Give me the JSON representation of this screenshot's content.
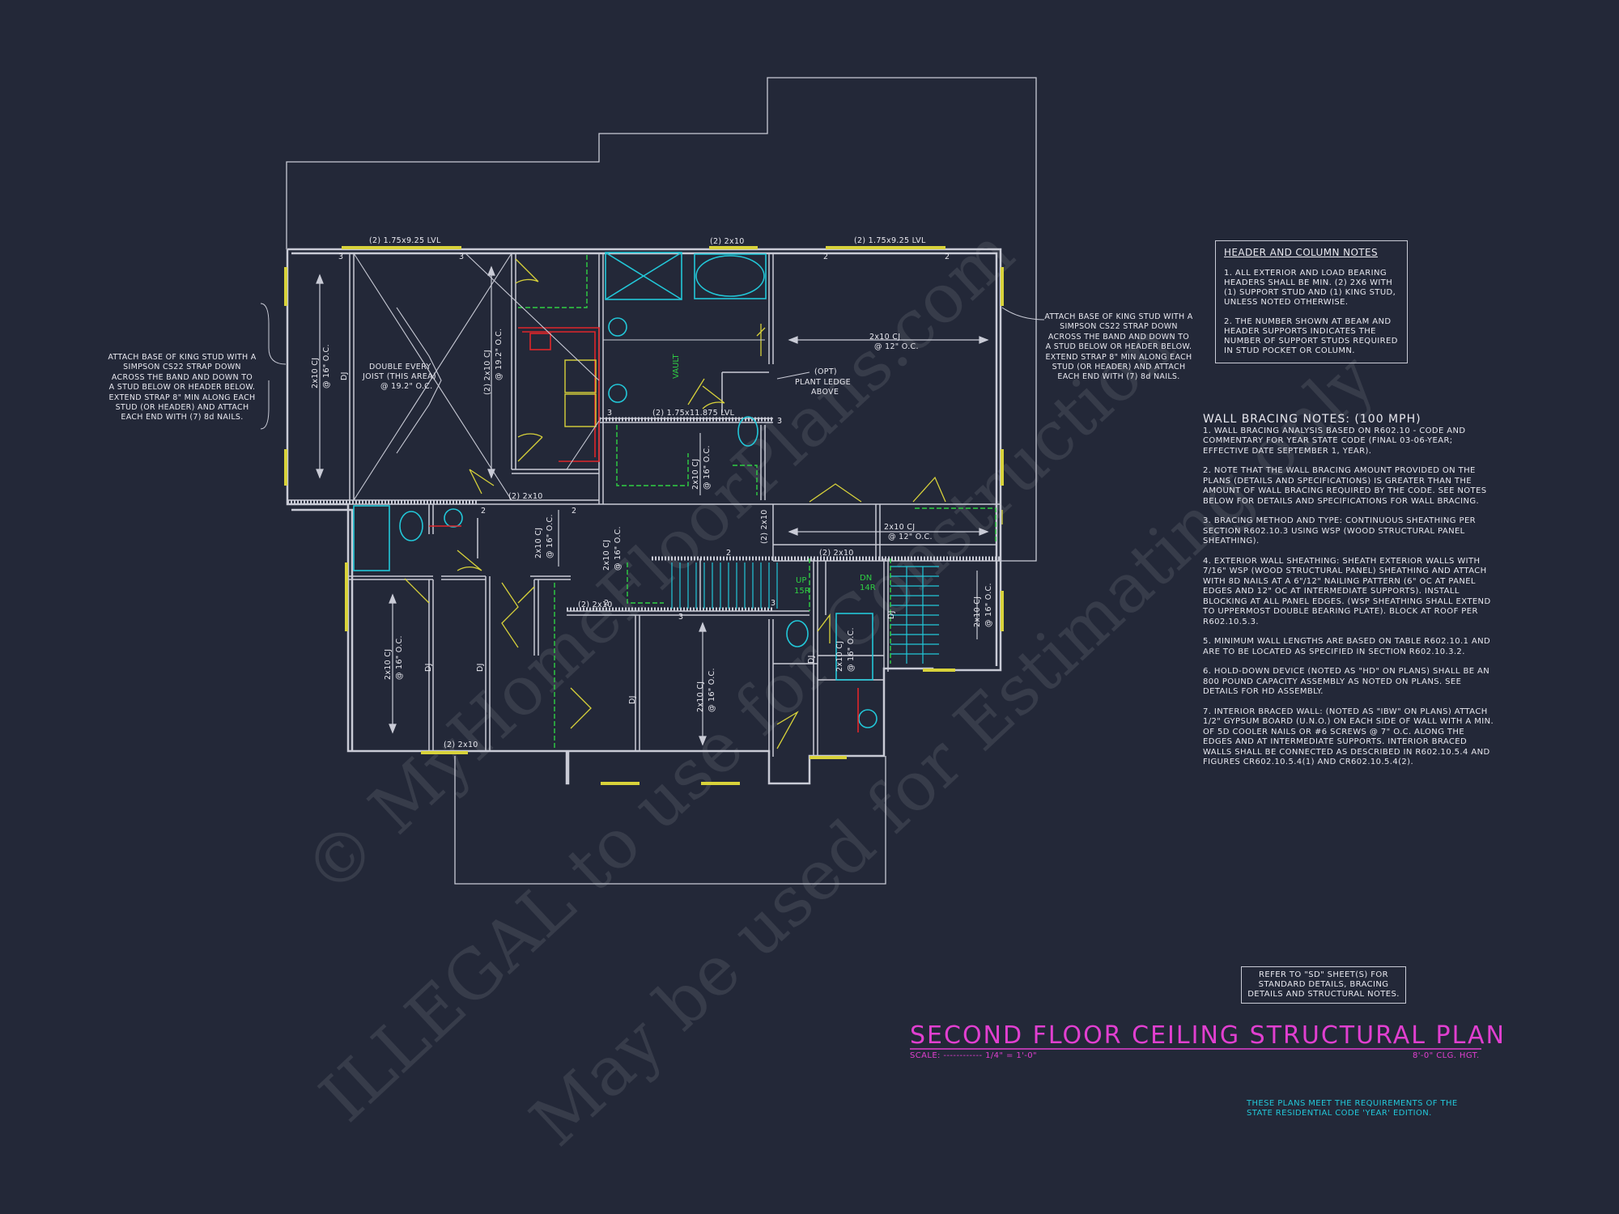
{
  "watermark": {
    "line1": "© MyHomeFloorPlans.com",
    "line2": "ILLEGAL to use for Construction",
    "line3": "May be used for Estimating only"
  },
  "plan": {
    "beam_top_left": "(2) 1.75x9.25 LVL",
    "beam_top_mid": "(2) 2x10",
    "beam_top_right": "(2) 1.75x9.25 LVL",
    "beam_mid": "(2) 1.75x11.875 LVL",
    "beam_2x10_a": "(2) 2x10",
    "beam_2x10_b": "(2) 2x10",
    "beam_2x10_c": "(2) 2x10",
    "beam_2x10_d": "(2) 2x10",
    "beam_2x10_v": "(2) 2x10",
    "joist_dj": "DJ",
    "joist_2x10_16": "2x10 CJ",
    "joist_16_oc": "@ 16\" O.C.",
    "joist_12_oc": "@ 12\" O.C.",
    "joist_2x10_12": "2x10 CJ",
    "joist_2x2x10": "(2) 2x10 CJ",
    "joist_192_oc": "@ 19.2\" O.C.",
    "double_joist_l1": "DOUBLE EVERY",
    "double_joist_l2": "JOIST (THIS AREA)",
    "double_joist_l3": "@ 19.2\" O.C.",
    "vault": "VAULT",
    "plant_l1": "(OPT)",
    "plant_l2": "PLANT LEDGE",
    "plant_l3": "ABOVE",
    "stair_up": "UP",
    "stair_up_count": "15R",
    "stair_dn": "DN",
    "stair_dn_count": "14R",
    "num_2": "2",
    "num_3": "3"
  },
  "callout_left": {
    "l1": "ATTACH BASE OF KING STUD WITH A",
    "l2": "SIMPSON CS22 STRAP DOWN",
    "l3": "ACROSS THE BAND AND DOWN TO",
    "l4": "A STUD BELOW OR HEADER BELOW.",
    "l5": "EXTEND STRAP 8\" MIN ALONG EACH",
    "l6": "STUD (OR HEADER) AND ATTACH",
    "l7": "EACH END WITH (7) 8d NAILS."
  },
  "callout_right": {
    "l1": "ATTACH BASE OF KING STUD WITH A",
    "l2": "SIMPSON CS22 STRAP DOWN",
    "l3": "ACROSS THE BAND AND DOWN TO",
    "l4": "A STUD BELOW OR HEADER BELOW.",
    "l5": "EXTEND STRAP 8\" MIN ALONG EACH",
    "l6": "STUD (OR HEADER) AND ATTACH",
    "l7": "EACH END WITH (7) 8d NAILS."
  },
  "header_notes": {
    "title": "HEADER AND COLUMN NOTES",
    "n1": "1. ALL EXTERIOR AND LOAD BEARING HEADERS SHALL BE MIN. (2) 2x6 WITH (1) SUPPORT STUD AND (1) KING STUD, UNLESS NOTED OTHERWISE.",
    "n2": "2. THE NUMBER SHOWN AT BEAM AND HEADER SUPPORTS INDICATES THE NUMBER OF SUPPORT STUDS REQUIRED IN STUD POCKET OR COLUMN."
  },
  "bracing_notes": {
    "title": "WALL BRACING NOTES: (100 MPH)",
    "n1": "1. WALL BRACING ANALYSIS BASED ON R602.10 - CODE AND COMMENTARY FOR YEAR STATE CODE (FINAL 03-06-YEAR; EFFECTIVE DATE SEPTEMBER 1, YEAR).",
    "n2": "2. NOTE THAT THE WALL BRACING AMOUNT PROVIDED ON THE PLANS (DETAILS AND SPECIFICATIONS) IS GREATER THAN THE AMOUNT OF WALL BRACING REQUIRED BY THE CODE. SEE NOTES BELOW FOR DETAILS AND SPECIFICATIONS FOR WALL BRACING.",
    "n3": "3. BRACING METHOD AND TYPE: CONTINUOUS SHEATHING PER SECTION R602.10.3 USING WSP (WOOD STRUCTURAL PANEL SHEATHING).",
    "n4": "4. EXTERIOR WALL SHEATHING: SHEATH EXTERIOR WALLS WITH 7/16\" WSP (WOOD STRUCTURAL PANEL) SHEATHING AND ATTACH WITH 8d NAILS AT A 6\"/12\" NAILING PATTERN (6\" OC AT PANEL EDGES AND 12\" OC AT INTERMEDIATE SUPPORTS). INSTALL BLOCKING AT ALL PANEL EDGES. (WSP SHEATHING SHALL EXTEND TO UPPERMOST DOUBLE BEARING PLATE). BLOCK AT ROOF PER R602.10.5.3.",
    "n5": "5. MINIMUM WALL LENGTHS ARE BASED ON TABLE R602.10.1 AND ARE TO BE LOCATED AS SPECIFIED IN SECTION R602.10.3.2.",
    "n6": "6. HOLD-DOWN DEVICE (NOTED AS \"HD\" ON PLANS) SHALL BE AN 800 POUND CAPACITY ASSEMBLY AS NOTED ON PLANS. SEE DETAILS FOR HD ASSEMBLY.",
    "n7": "7. INTERIOR BRACED WALL: (NOTED AS \"IBW\" ON PLANS) ATTACH 1/2\" GYPSUM BOARD (U.N.O.) ON EACH SIDE OF WALL WITH A MIN. OF 5d COOLER NAILS OR #6 SCREWS @ 7\" O.C. ALONG THE EDGES AND AT INTERMEDIATE SUPPORTS. INTERIOR BRACED WALLS SHALL BE CONNECTED AS DESCRIBED IN R602.10.5.4 AND FIGURES CR602.10.5.4(1) AND CR602.10.5.4(2)."
  },
  "refer_note": {
    "l1": "REFER TO \"SD\" SHEET(S) FOR",
    "l2": "STANDARD DETAILS, BRACING",
    "l3": "DETAILS AND STRUCTURAL NOTES."
  },
  "title_block": {
    "title": "SECOND FLOOR CEILING STRUCTURAL PLAN",
    "scale_label": "SCALE: ------------ 1/4\" = 1'-0\"",
    "ceiling_height": "8'-0\" CLG. HGT."
  },
  "code_note": {
    "l1": "THESE PLANS MEET THE REQUIREMENTS OF THE",
    "l2": "STATE RESIDENTIAL CODE 'YEAR' EDITION."
  },
  "colors": {
    "background": "#232838",
    "wall": "#c9cbd6",
    "header": "#d8d23a",
    "cabinet": "#e0262a",
    "fixture": "#22c7d8",
    "label_green": "#2fd043",
    "title_magenta": "#e13fd0"
  }
}
